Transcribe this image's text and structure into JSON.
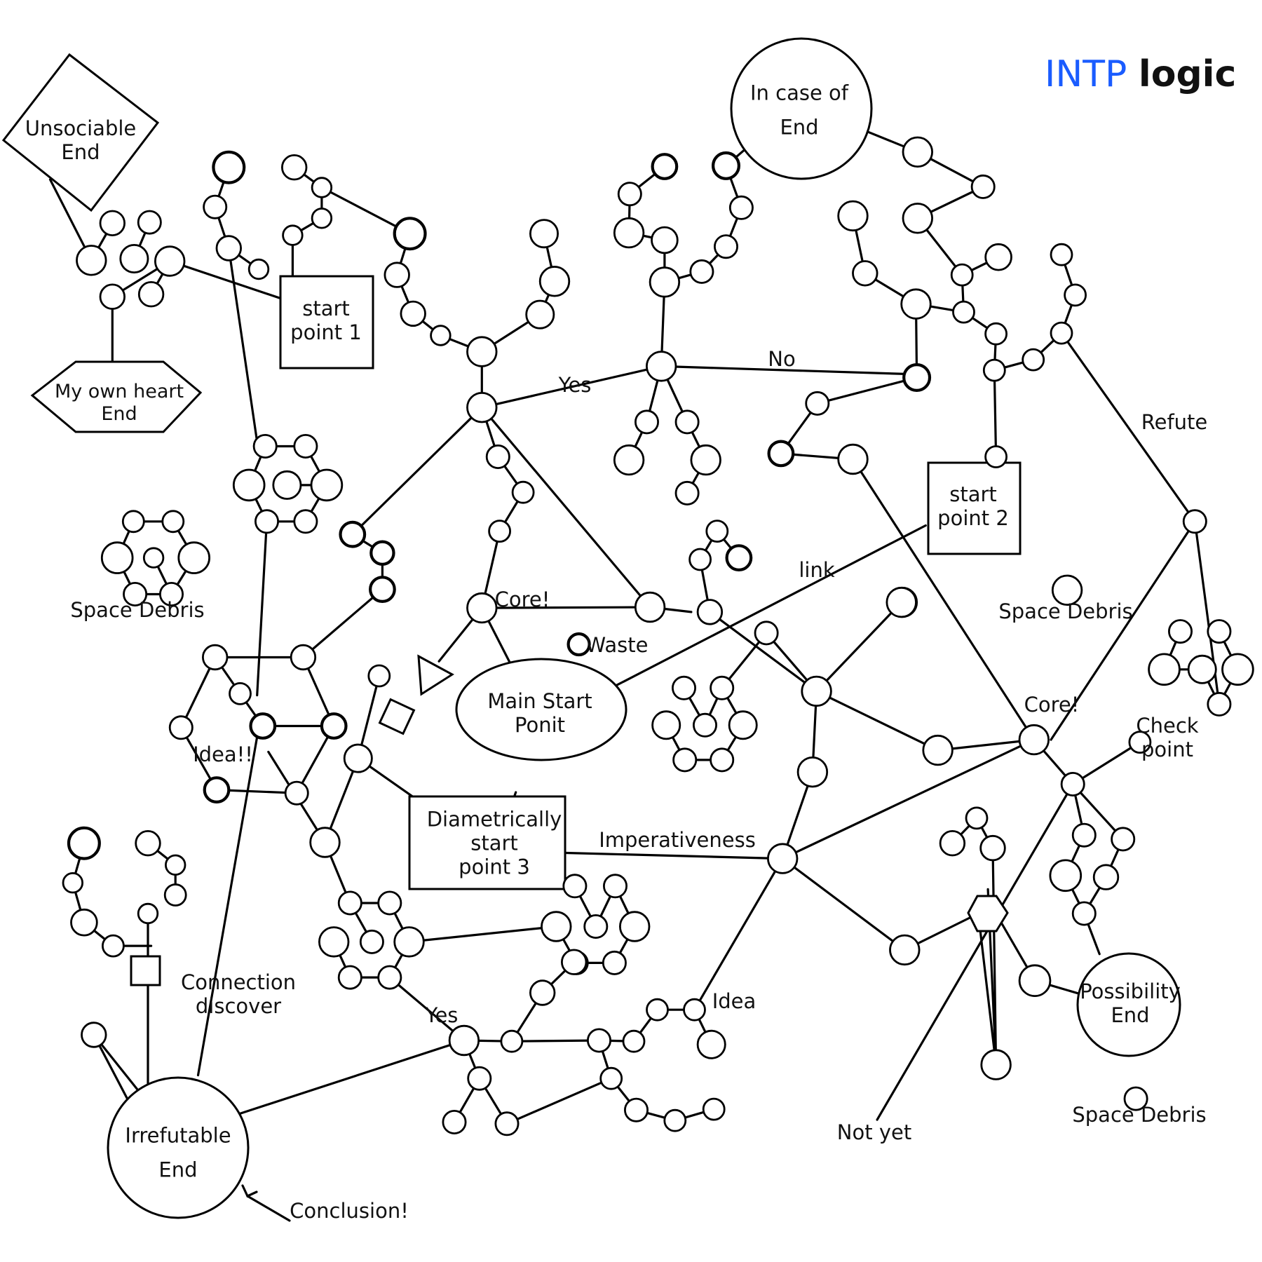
{
  "title": {
    "accent": "INTP",
    "rest": "logic",
    "accent_color": "#1a5cff"
  },
  "labels": {
    "unsociable_end": "Unsociable\nEnd",
    "in_case_of_end": "In case of\nEnd",
    "my_own_heart_end": "My own heart\nEnd",
    "start_point_1": "start\npoint 1",
    "start_point_2": "start\npoint 2",
    "diametrically_start_point_3": "Diametrically\nstart\npoint 3",
    "main_start_point": "Main Start\nPonit",
    "irrefutable_end": "Irrefutable\nEnd",
    "possibility_end": "Possibility\nEnd",
    "core_1": "Core!",
    "core_2": "Core!",
    "yes_1": "Yes",
    "yes_2": "Yes",
    "no": "No",
    "refute": "Refute",
    "link": "link",
    "waste": "Waste",
    "space_debris_1": "Space Debris",
    "space_debris_2": "Space Debris",
    "space_debris_3": "Space Debris",
    "idea_1": "Idea!!",
    "idea_2": "Idea",
    "imperativeness": "Imperativeness",
    "check_point": "Check\npoint",
    "connection_discover": "Connection\ndiscover",
    "not_yet": "Not yet",
    "conclusion": "Conclusion!"
  }
}
